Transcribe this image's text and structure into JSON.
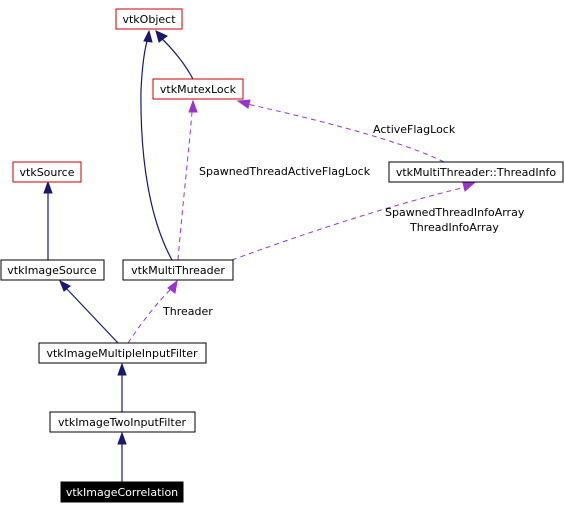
{
  "nodes": {
    "vtkObject": "vtkObject",
    "vtkMutexLock": "vtkMutexLock",
    "vtkSource": "vtkSource",
    "vtkMultiThreaderThreadInfo": "vtkMultiThreader::ThreadInfo",
    "vtkImageSource": "vtkImageSource",
    "vtkMultiThreader": "vtkMultiThreader",
    "vtkImageMultipleInputFilter": "vtkImageMultipleInputFilter",
    "vtkImageTwoInputFilter": "vtkImageTwoInputFilter",
    "vtkImageCorrelation": "vtkImageCorrelation"
  },
  "edge_labels": {
    "active_flag_lock": "ActiveFlagLock",
    "spawned_thread_active_flag_lock": "SpawnedThreadActiveFlagLock",
    "spawned_thread_info_array": "SpawnedThreadInfoArray",
    "thread_info_array": "ThreadInfoArray",
    "threader": "Threader"
  },
  "colors": {
    "inheritance_edge": "#191970",
    "usage_edge": "#9a32cd",
    "external_class_border": "#cc0000",
    "current_class_fill": "#000000"
  }
}
